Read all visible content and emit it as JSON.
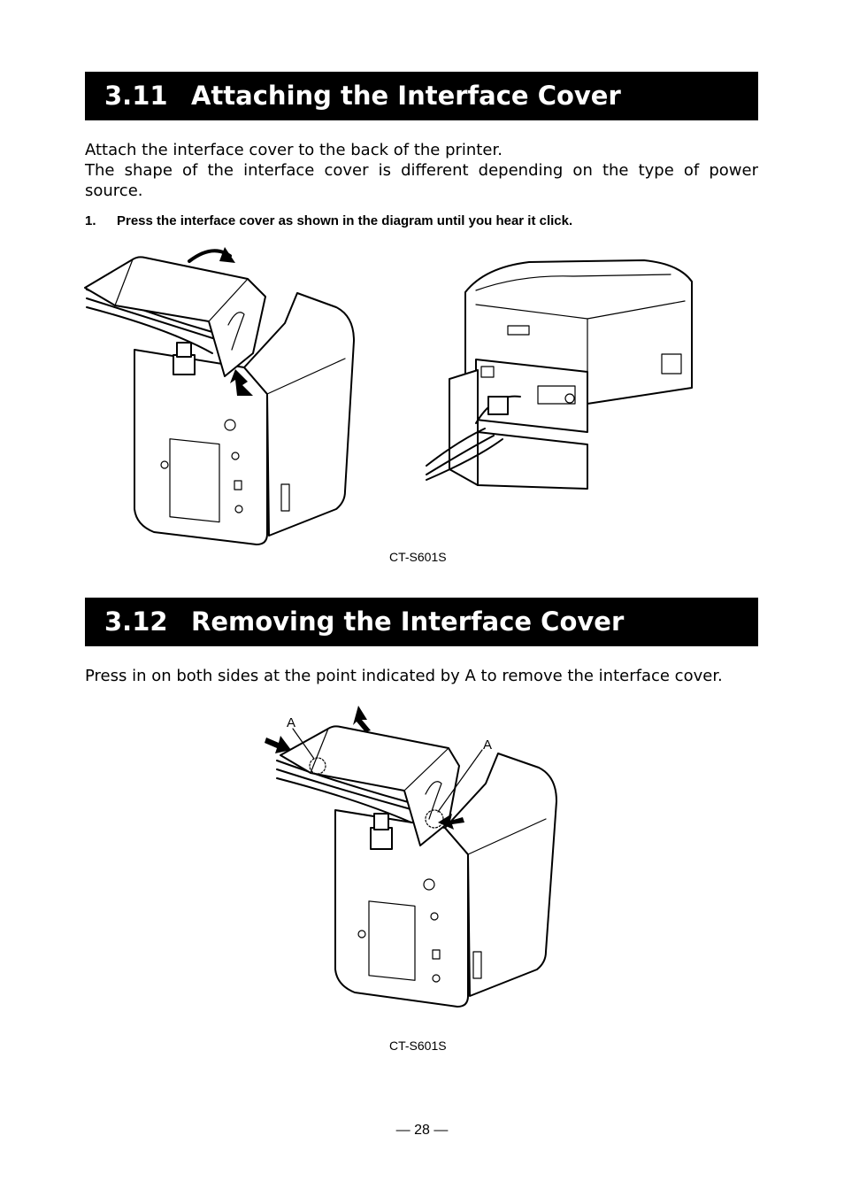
{
  "section_311": {
    "number": "3.11",
    "title": "Attaching the Interface Cover",
    "paragraph_lines": [
      "Attach the interface cover to the back of the printer.",
      "The shape of the interface cover is different depending on the type of power",
      "source."
    ],
    "step": {
      "number": "1.",
      "text": "Press the interface cover as shown in the diagram until you hear it click."
    },
    "caption": "CT-S601S"
  },
  "section_312": {
    "number": "3.12",
    "title": "Removing the Interface Cover",
    "paragraph": "Press in on both sides at the point indicated by A to remove the interface cover.",
    "label_left": "A",
    "label_right": "A",
    "caption": "CT-S601S"
  },
  "page_number": "— 28 —",
  "colors": {
    "header_bg": "#000000",
    "header_text": "#ffffff",
    "text": "#000000",
    "background": "#ffffff"
  },
  "icons": [
    "curved-rotate-arrow-icon",
    "press-arrow-icon",
    "up-arrow-icon"
  ]
}
